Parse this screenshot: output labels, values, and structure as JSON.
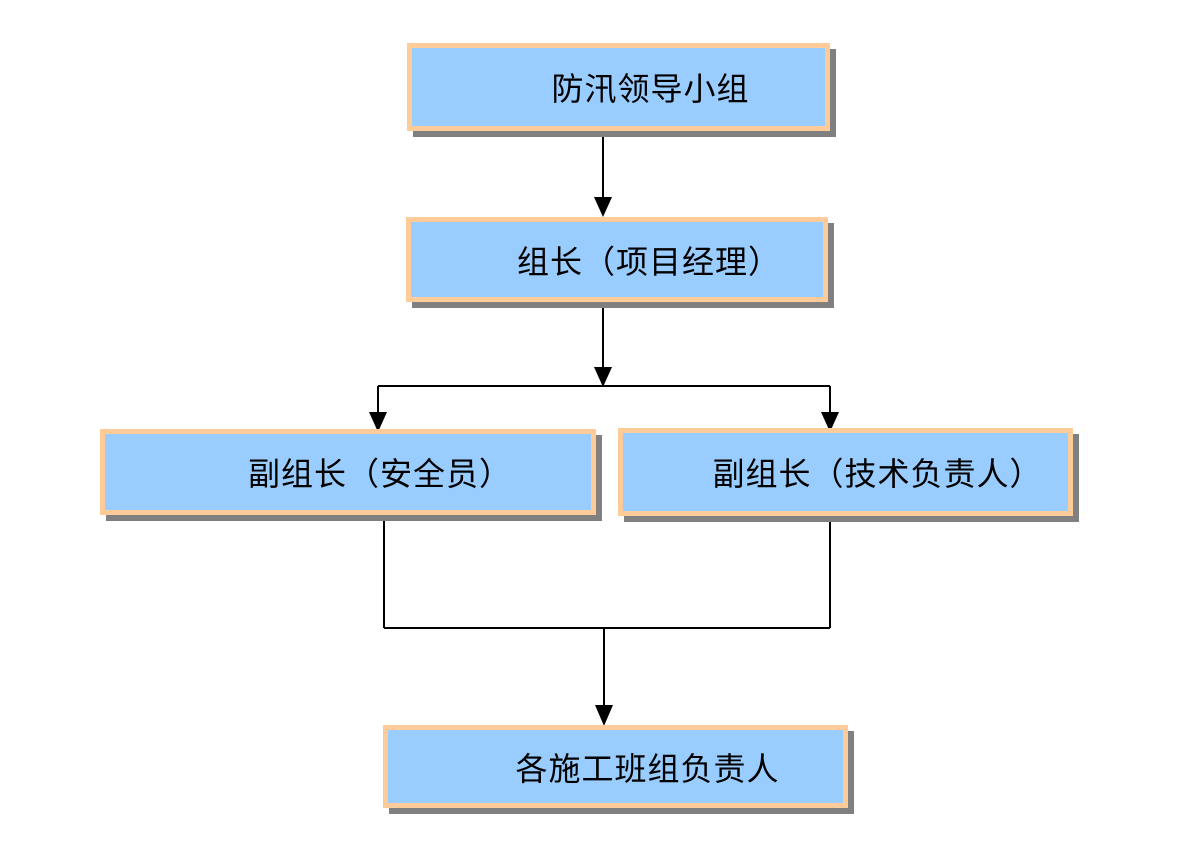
{
  "diagram": {
    "type": "flowchart",
    "nodes": [
      {
        "id": "leading-group",
        "label": "防汛领导小组"
      },
      {
        "id": "group-leader",
        "label": "组长（项目经理）"
      },
      {
        "id": "deputy-safety",
        "label": "副组长（安全员）"
      },
      {
        "id": "deputy-technical",
        "label": "副组长（技术负责人）"
      },
      {
        "id": "construction-teams",
        "label": "各施工班组负责人"
      }
    ],
    "edges": [
      {
        "from": "leading-group",
        "to": "group-leader"
      },
      {
        "from": "group-leader",
        "to": "deputy-safety"
      },
      {
        "from": "group-leader",
        "to": "deputy-technical"
      },
      {
        "from": "deputy-safety",
        "to": "construction-teams"
      },
      {
        "from": "deputy-technical",
        "to": "construction-teams"
      }
    ]
  },
  "colors": {
    "node_fill": "#99CCFF",
    "node_border": "#FFCC99",
    "shadow": "#808080",
    "connector": "#000000",
    "text": "#000000",
    "background": "#FFFFFF"
  }
}
